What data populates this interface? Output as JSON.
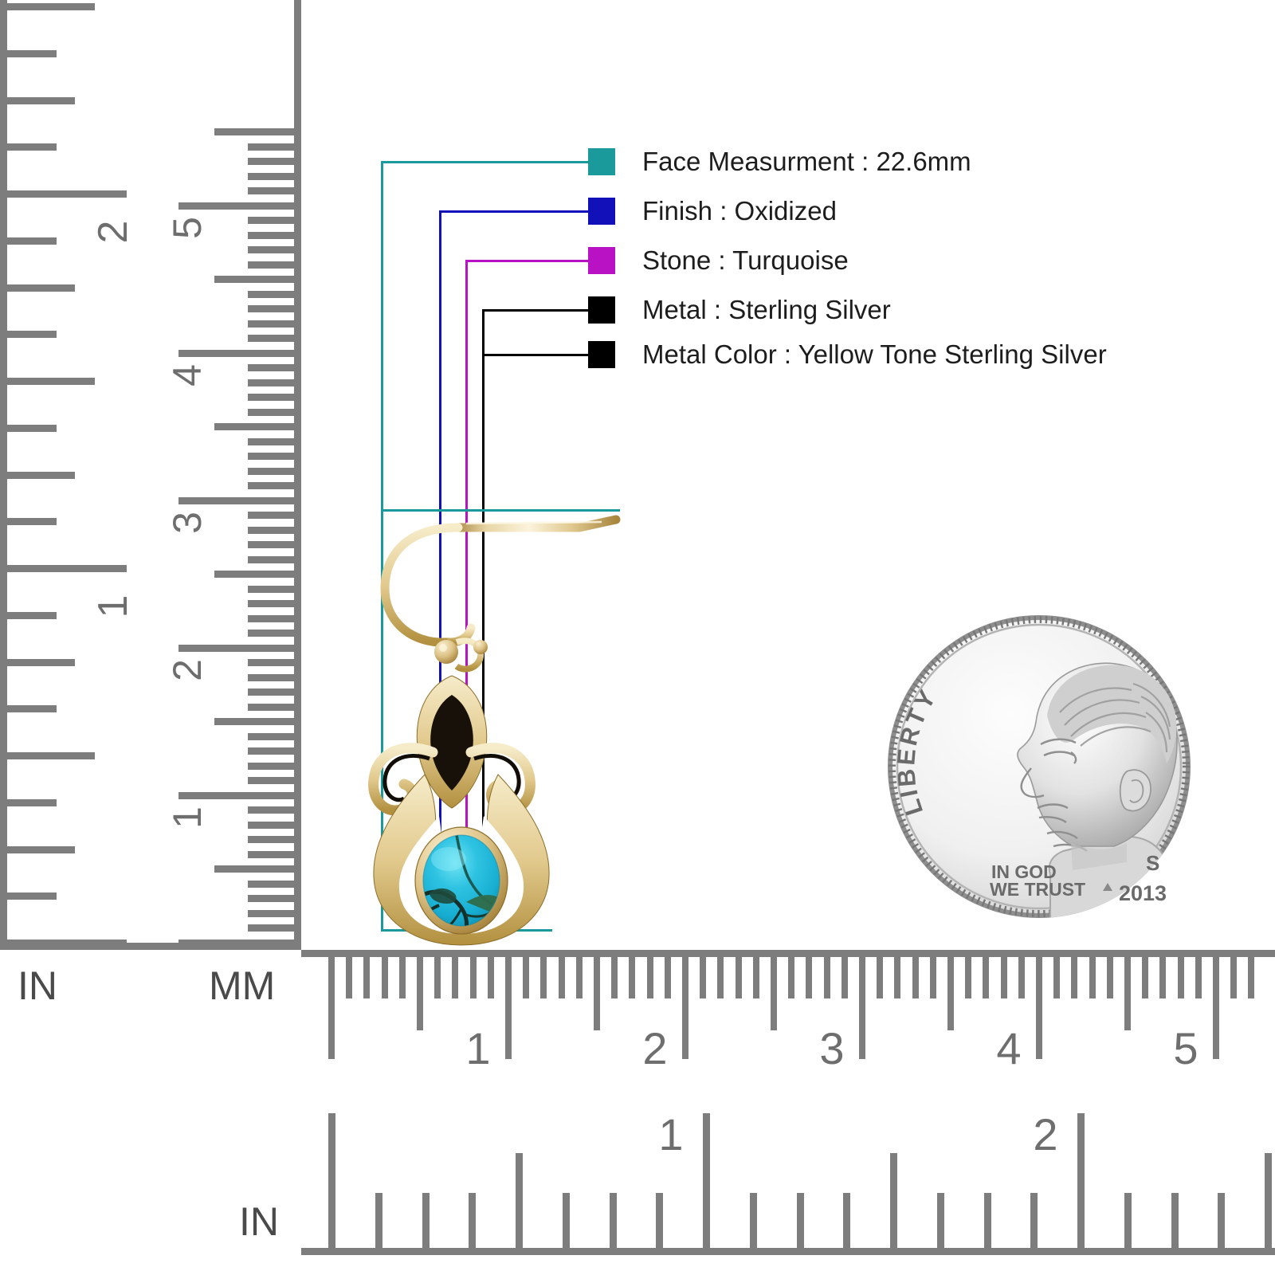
{
  "legend": {
    "items": [
      {
        "label": "Face Measurment : 22.6mm",
        "color": "#1a9a9a",
        "name": "face-measurement"
      },
      {
        "label": "Finish : Oxidized",
        "color": "#1210b8",
        "name": "finish"
      },
      {
        "label": "Stone : Turquoise",
        "color": "#b812c4",
        "name": "stone"
      },
      {
        "label": "Metal : Sterling Silver",
        "color": "#000000",
        "name": "metal"
      },
      {
        "label": "Metal Color : Yellow Tone Sterling Silver",
        "color": "#000000",
        "name": "metal-color"
      }
    ]
  },
  "rulers": {
    "vertical": {
      "inch_unit": "IN",
      "mm_unit": "MM",
      "inch_labels": [
        "1",
        "2"
      ],
      "cm_labels": [
        "1",
        "2",
        "3",
        "4",
        "5"
      ]
    },
    "horizontal_cm": {
      "labels": [
        "1",
        "2",
        "3",
        "4",
        "5"
      ]
    },
    "horizontal_inch": {
      "unit": "IN",
      "labels": [
        "1",
        "2"
      ]
    }
  },
  "product": {
    "type": "drop-earring",
    "metal_color": "#e3cf9a",
    "stone_color": "#2ec2e0",
    "stone_shape": "oval-cabochon"
  },
  "coin": {
    "denomination": "dime",
    "obverse_text_liberty": "LIBERTY",
    "obverse_text_motto_1": "IN GOD",
    "obverse_text_motto_2": "WE TRUST",
    "mintmark": "S",
    "year": "2013"
  }
}
